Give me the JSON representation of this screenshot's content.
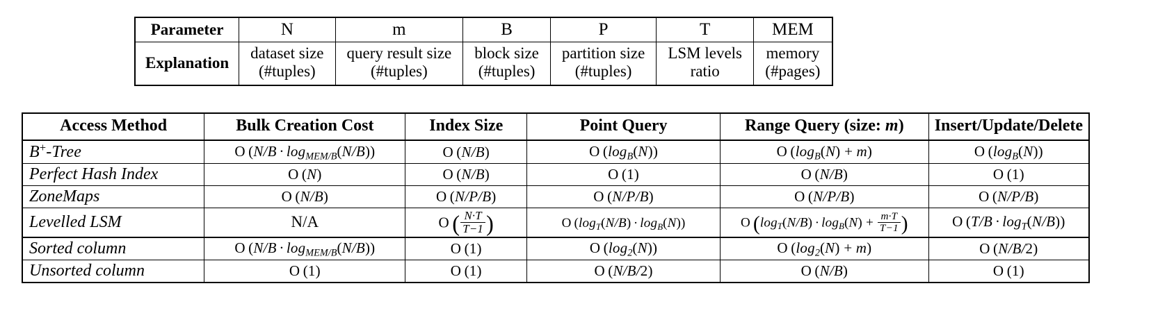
{
  "figure": {
    "type": "table",
    "kind": "two stacked academic comparison tables"
  },
  "parameter_table": {
    "row_labels": [
      "Parameter",
      "Explanation"
    ],
    "columns": [
      {
        "symbol": "N",
        "explanation_line1": "dataset size",
        "explanation_line2": "(#tuples)"
      },
      {
        "symbol": "m",
        "explanation_line1": "query result size",
        "explanation_line2": "(#tuples)"
      },
      {
        "symbol": "B",
        "explanation_line1": "block size",
        "explanation_line2": "(#tuples)"
      },
      {
        "symbol": "P",
        "explanation_line1": "partition size",
        "explanation_line2": "(#tuples)"
      },
      {
        "symbol": "T",
        "explanation_line1": "LSM levels",
        "explanation_line2": "ratio"
      },
      {
        "symbol": "MEM",
        "explanation_line1": "memory",
        "explanation_line2": "(#pages)"
      }
    ]
  },
  "access_table": {
    "headers": [
      "Access Method",
      "Bulk Creation Cost",
      "Index Size",
      "Point Query",
      "Range Query (size: m)",
      "Insert/Update/Delete"
    ],
    "range_query_header_prefix": "Range Query (size: ",
    "range_query_header_var": "m",
    "range_query_header_suffix": ")",
    "rows": [
      {
        "method": "B+-Tree",
        "method_base": "B",
        "method_sup": "+",
        "method_rest": "-Tree",
        "bulk_creation_cost": "O(N/B · log_MEM/B(N/B))",
        "index_size": "O(N/B)",
        "point_query": "O(log_B(N))",
        "range_query": "O(log_B(N) + m)",
        "insert_update_delete": "O(log_B(N))"
      },
      {
        "method": "Perfect Hash Index",
        "bulk_creation_cost": "O(N)",
        "index_size": "O(N/B)",
        "point_query": "O(1)",
        "range_query": "O(N/B)",
        "insert_update_delete": "O(1)"
      },
      {
        "method": "ZoneMaps",
        "bulk_creation_cost": "O(N/B)",
        "index_size": "O(N/P/B)",
        "point_query": "O(N/P/B)",
        "range_query": "O(N/P/B)",
        "insert_update_delete": "O(N/P/B)"
      },
      {
        "method": "Levelled LSM",
        "bulk_creation_cost": "N/A",
        "index_size": "O(N·T/(T−1))",
        "point_query": "O(log_T(N/B) · log_B(N))",
        "range_query": "O(log_T(N/B) · log_B(N) + m·T/(T−1))",
        "insert_update_delete": "O(T/B · log_T(N/B))"
      },
      {
        "method": "Sorted column",
        "bulk_creation_cost": "O(N/B · log_MEM/B(N/B))",
        "index_size": "O(1)",
        "point_query": "O(log_2(N))",
        "range_query": "O(log_2(N) + m)",
        "insert_update_delete": "O(N/B/2)"
      },
      {
        "method": "Unsorted column",
        "bulk_creation_cost": "O(1)",
        "index_size": "O(1)",
        "point_query": "O(N/B/2)",
        "range_query": "O(N/B)",
        "insert_update_delete": "O(1)"
      }
    ]
  },
  "colors": {
    "background": "#ffffff",
    "text": "#000000",
    "rule": "#000000"
  }
}
